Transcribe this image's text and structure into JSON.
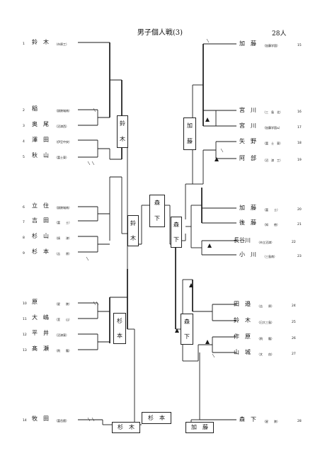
{
  "title": "男子個人戦(3)",
  "count": "28人",
  "left_entries": [
    {
      "seed": "1",
      "name": "鈴　木",
      "team": "（市原工）"
    },
    {
      "seed": "2",
      "name": "稲",
      "team": "（銚陵城南）"
    },
    {
      "seed": "3",
      "name": "奥　尾",
      "team": "（沼津西）"
    },
    {
      "seed": "4",
      "name": "澤　田",
      "team": "（伊豆中央）"
    },
    {
      "seed": "5",
      "name": "秋　山",
      "team": "（富士東）"
    },
    {
      "seed": "6",
      "name": "立　住",
      "team": "（銚陵城南）"
    },
    {
      "seed": "7",
      "name": "吉　田",
      "team": "（富　　士）"
    },
    {
      "seed": "8",
      "name": "杉　山",
      "team": "（焼　　津）"
    },
    {
      "seed": "9",
      "name": "杉　本",
      "team": "（吉　　原）"
    },
    {
      "seed": "10",
      "name": "原",
      "team": "（星　　陵）"
    },
    {
      "seed": "11",
      "name": "大　嶋",
      "team": "（韮　　山）"
    },
    {
      "seed": "12",
      "name": "平　井",
      "team": "（沼津東）"
    },
    {
      "seed": "13",
      "name": "髙　瀬",
      "team": "（飛　　龍）"
    },
    {
      "seed": "14",
      "name": "牧　田",
      "team": "（富岳館）"
    }
  ],
  "right_entries": [
    {
      "seed": "15",
      "name": "加　藤",
      "team": "（加藤学園）"
    },
    {
      "seed": "16",
      "name": "宮　川",
      "team": "（三　島　北）"
    },
    {
      "seed": "17",
      "name": "宮　川",
      "team": "（加藤学園A）"
    },
    {
      "seed": "18",
      "name": "矢　野",
      "team": "（富　士　東）"
    },
    {
      "seed": "19",
      "name": "阿　部",
      "team": "（沼　津　工）"
    },
    {
      "seed": "20",
      "name": "加　藤",
      "team": "（富　　士）"
    },
    {
      "seed": "21",
      "name": "後　藤",
      "team": "（知　　徳）"
    },
    {
      "seed": "22",
      "name": "長谷川",
      "team": "（市立沼津）"
    },
    {
      "seed": "23",
      "name": "小　川",
      "team": "（三島南）"
    },
    {
      "seed": "24",
      "name": "田　邉",
      "team": "（吉　　原）"
    },
    {
      "seed": "25",
      "name": "鈴　木",
      "team": "（日大三島）"
    },
    {
      "seed": "26",
      "name": "作　原",
      "team": "（飛　　龍）"
    },
    {
      "seed": "27",
      "name": "山　城",
      "team": "（文　　由）"
    },
    {
      "seed": "28",
      "name": "森　下",
      "team": "（星　　陵）"
    }
  ],
  "winner_boxes": {
    "suzuki": [
      "鈴",
      "木"
    ],
    "kato": [
      "加",
      "藤"
    ],
    "suzuki_semi": [
      "鈴",
      "木"
    ],
    "morishita_semi": [
      "森",
      "下"
    ],
    "morishita_final": [
      "森",
      "下"
    ],
    "sugimoto": [
      "杉",
      "本"
    ],
    "morishita_lower": [
      "森",
      "下"
    ]
  },
  "bottom": {
    "winner": "杉　本",
    "left": "杉　木",
    "right": "加　藤"
  },
  "colors": {
    "ink": "#1a1a1a",
    "paper": "#ffffff"
  }
}
